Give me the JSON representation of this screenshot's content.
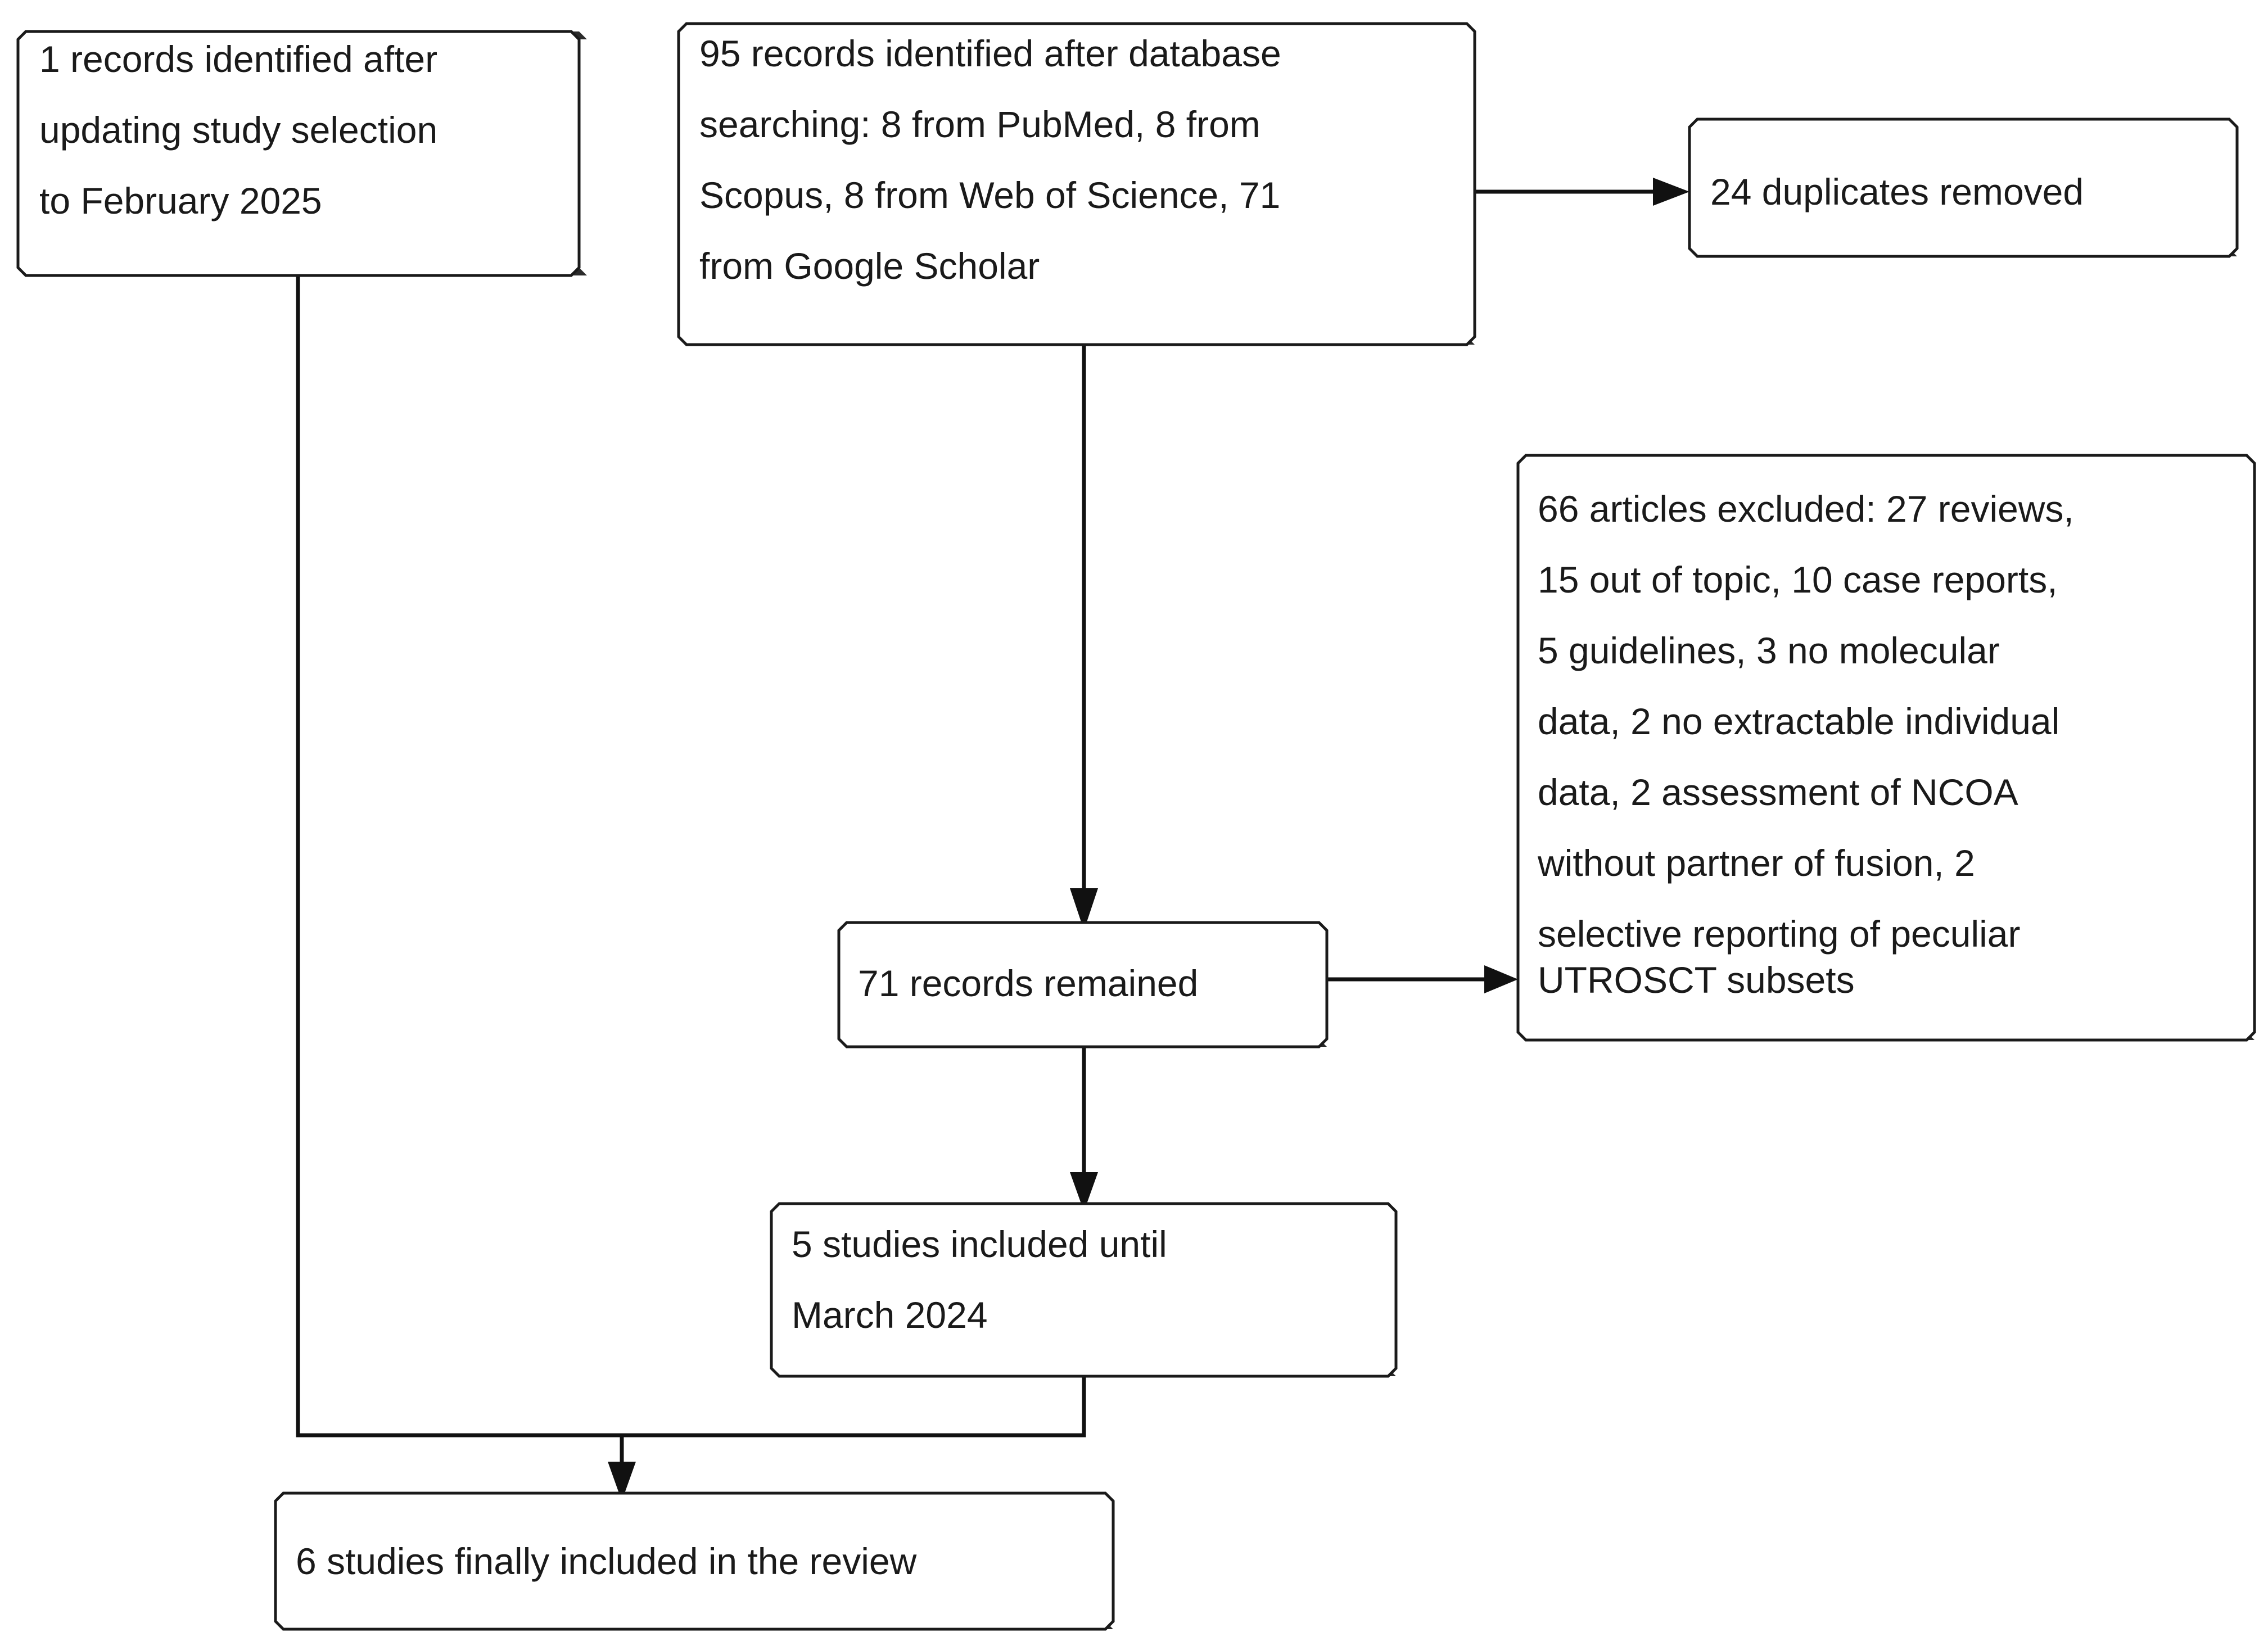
{
  "diagram": {
    "title": "PRISMA study selection flow diagram",
    "type": "flowchart",
    "background_color": "#ffffff",
    "box_fill_color": "#ffffff",
    "box_border_color": "#1a1a1a",
    "connector_color": "#111111",
    "text_color": "#1a1a1a"
  },
  "nodes": {
    "update_records": {
      "id": "update-records-box",
      "lines": [
        "1 records identified after",
        "updating study selection",
        "to February 2025"
      ]
    },
    "database_records": {
      "id": "database-records-box",
      "lines": [
        "95 records identified after database",
        "searching: 8 from PubMed, 8 from",
        "Scopus, 8 from Web of Science, 71",
        "from Google Scholar"
      ]
    },
    "duplicates_removed": {
      "id": "duplicates-removed-box",
      "lines": [
        "24 duplicates removed"
      ]
    },
    "articles_excluded": {
      "id": "articles-excluded-box",
      "lines": [
        "66 articles excluded: 27 reviews,",
        "15 out of topic, 10 case reports,",
        "5 guidelines, 3 no molecular",
        "data, 2 no extractable individual",
        "data, 2 assessment of NCOA",
        "without partner of fusion, 2",
        "selective reporting of peculiar",
        "UTROSCT subsets"
      ]
    },
    "records_remained": {
      "id": "records-remained-box",
      "lines": [
        "71 records remained"
      ]
    },
    "studies_included_2024": {
      "id": "studies-included-2024-box",
      "lines": [
        "5 studies included until",
        "March 2024"
      ]
    },
    "studies_final": {
      "id": "studies-final-box",
      "lines": [
        "6 studies finally included in the review"
      ]
    }
  },
  "edges": [
    {
      "id": "edge-database-to-duplicates",
      "from": "database_records",
      "to": "duplicates_removed",
      "direction": "right"
    },
    {
      "id": "edge-database-to-remained",
      "from": "database_records",
      "to": "records_remained",
      "direction": "down"
    },
    {
      "id": "edge-remained-to-excluded",
      "from": "records_remained",
      "to": "articles_excluded",
      "direction": "right"
    },
    {
      "id": "edge-remained-to-included",
      "from": "records_remained",
      "to": "studies_included_2024",
      "direction": "down"
    },
    {
      "id": "edge-included-to-final",
      "from": "studies_included_2024",
      "to": "studies_final",
      "direction": "down"
    },
    {
      "id": "edge-update-to-final",
      "from": "update_records",
      "to": "studies_final",
      "direction": "down"
    }
  ]
}
